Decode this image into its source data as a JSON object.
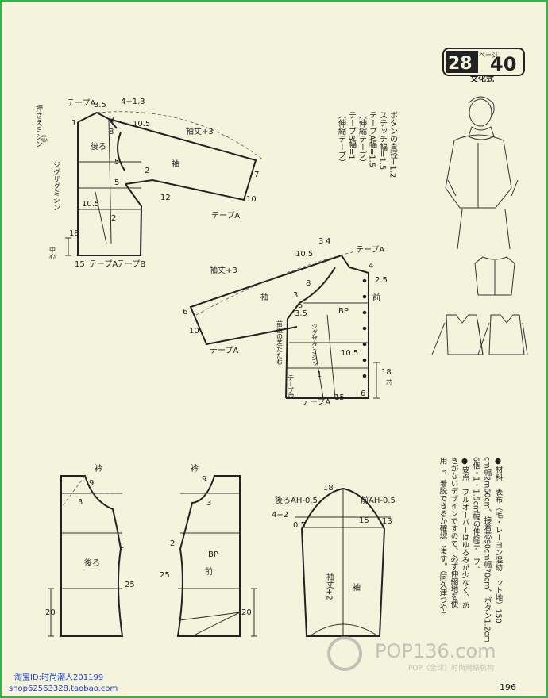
{
  "header": {
    "badge_num1": "28",
    "badge_kana": "ページ",
    "badge_num2": "40",
    "style_label": "文化式"
  },
  "diagram1": {
    "labels": [
      "押さえミシン",
      "テープA",
      "3.5",
      "4+1.3",
      "1",
      "3",
      "8",
      "10.5",
      "袖丈+3",
      "後ろ",
      "ジグザグミシン",
      "5",
      "5",
      "2",
      "袖",
      "7",
      "12",
      "10",
      "テープA",
      "10.5",
      "2",
      "18",
      "中心",
      "15",
      "テープA",
      "テープB",
      "芯"
    ]
  },
  "notes_vertical": [
    "ボタンの直径=1.2",
    "ステッチ幅=1.5",
    "テープA幅=1.5",
    "（伸縮テープ）",
    "テープB幅=1",
    "（伸縮テープ）"
  ],
  "diagram2": {
    "labels": [
      "3",
      "4",
      "テープA",
      "4",
      "袖丈+3",
      "10.5",
      "2.5",
      "8",
      "3",
      "5",
      "前",
      "袖",
      "3.5",
      "BP",
      "6",
      "10",
      "ジグザグミシン",
      "前後の差たたむ",
      "10.5",
      "テープA",
      "テープB",
      "18",
      "芯",
      "1",
      "15",
      "6",
      "テープA"
    ]
  },
  "diagram3": {
    "labels": [
      "衿",
      "9",
      "3",
      "1",
      "後ろ",
      "25",
      "20"
    ]
  },
  "diagram4": {
    "labels": [
      "衿",
      "9",
      "3",
      "2",
      "BP",
      "前",
      "25",
      "20"
    ]
  },
  "diagram5": {
    "labels": [
      "18",
      "後ろAH-0.5",
      "前AH-0.5",
      "4+2",
      "0.5",
      "15",
      "13",
      "袖丈+2",
      "袖"
    ]
  },
  "notes_bottom": [
    "●材料　表布（毛・レーヨン混紡ニット地）150",
    "cm幅2m60cm、接着芯90cm幅70cm、ボタン1.2cm",
    "6個・1・1.5cm幅の伸縮テープ。",
    "●要点　プルオーバーはゆるみが少なく、あ",
    "きがないデザインですので、必ず伸縮地を使",
    "用し、着脱できるか確認します。（阿久津つや）"
  ],
  "watermark": {
    "logo": "POP136.com",
    "sub": "POP（全球）时尚网络机构"
  },
  "footer": {
    "shop_id": "淘宝ID:时尚潮人201199",
    "shop_url": "shop62563328.taobao.com",
    "page_number": "196"
  }
}
